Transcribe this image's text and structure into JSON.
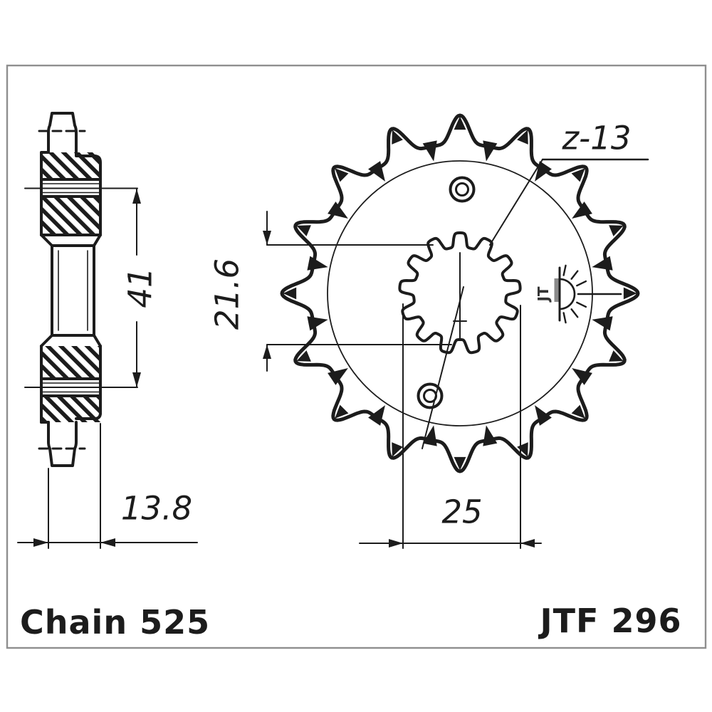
{
  "drawing": {
    "part_number": "JTF 296",
    "chain_label": "Chain 525",
    "teeth_count_label": "z-13",
    "dim_hub_length": "41",
    "dim_overall_width": "13.8",
    "dim_spline_minor_diameter": "21.6",
    "dim_spline_major_diameter": "25",
    "logo_text": "JT",
    "colors": {
      "line": "#1c1c1c",
      "frame": "#8f8f8f",
      "background": "#ffffff"
    }
  }
}
